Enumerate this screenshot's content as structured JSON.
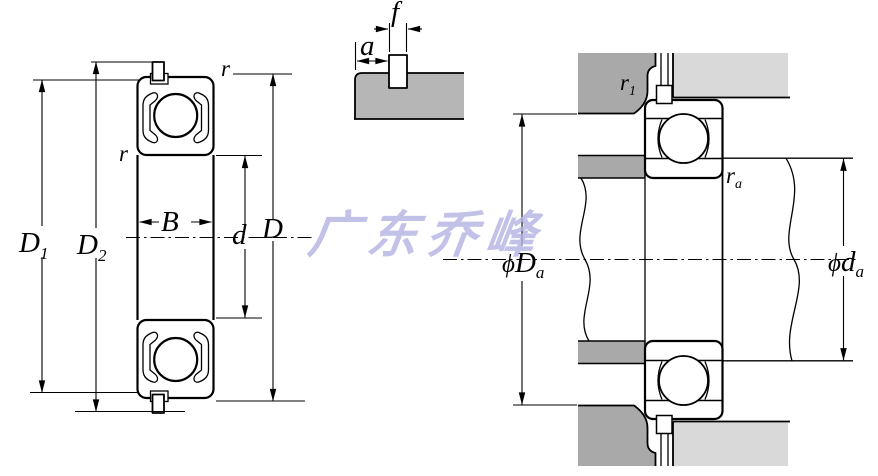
{
  "drawing_title": "ball-bearing-with-snap-ring-dimension-drawing",
  "watermark": {
    "text": "广东乔峰"
  },
  "colors": {
    "part-gray": "#b6b6b6",
    "housing-gray": "#a9a9a9",
    "plate-gray": "#d9d9d9",
    "outline-black": "#000000",
    "watermark-blue": "#b3b3e3",
    "paper-white": "#ffffff"
  },
  "labels": {
    "groove_dia": {
      "main": "D",
      "sub": "1"
    },
    "snap_ring_od": {
      "main": "D",
      "sub": "2"
    },
    "width": {
      "text": "B"
    },
    "bore_dia": {
      "text": "d"
    },
    "outer_dia": {
      "text": "D"
    },
    "chamfer_outer": {
      "text": "r"
    },
    "chamfer_inner": {
      "text": "r"
    },
    "groove_offset": {
      "text": "a"
    },
    "groove_width": {
      "text": "f"
    },
    "housing_fillet": {
      "main": "r",
      "sub": "1"
    },
    "shaft_fillet": {
      "main": "r",
      "sub": "a"
    },
    "housing_abutment_dia": {
      "prefix": "ϕ",
      "main": "D",
      "sub": "a"
    },
    "shaft_abutment_dia": {
      "prefix": "ϕ",
      "main": "d",
      "sub": "a"
    }
  }
}
